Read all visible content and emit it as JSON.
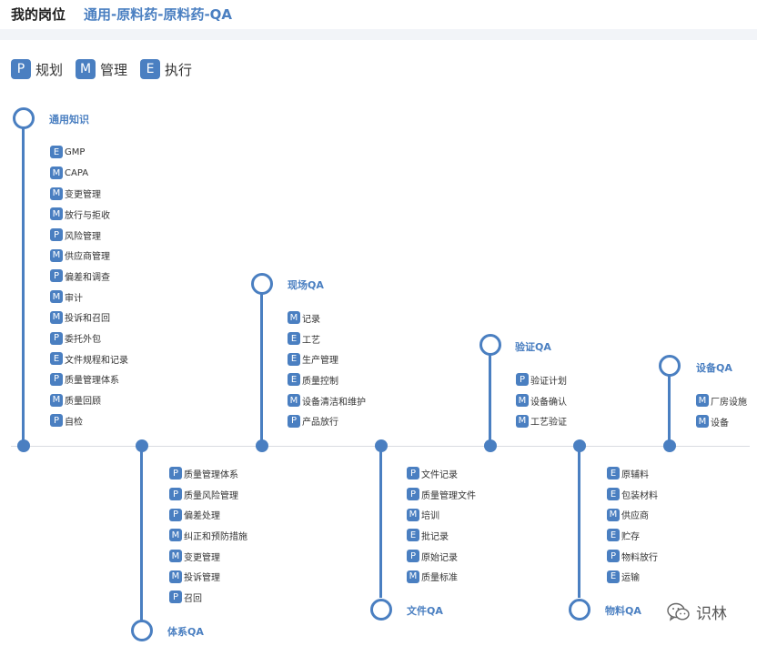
{
  "header": {
    "label": "我的岗位",
    "job": "通用-原料药-原料药-QA"
  },
  "legend": [
    {
      "code": "P",
      "text": "规划"
    },
    {
      "code": "M",
      "text": "管理"
    },
    {
      "code": "E",
      "text": "执行"
    }
  ],
  "categories": [
    {
      "id": "general",
      "title": "通用知识",
      "items": [
        {
          "code": "E",
          "text": "GMP"
        },
        {
          "code": "M",
          "text": "CAPA"
        },
        {
          "code": "M",
          "text": "变更管理"
        },
        {
          "code": "M",
          "text": "放行与拒收"
        },
        {
          "code": "P",
          "text": "风险管理"
        },
        {
          "code": "M",
          "text": "供应商管理"
        },
        {
          "code": "P",
          "text": "偏差和调查"
        },
        {
          "code": "M",
          "text": "审计"
        },
        {
          "code": "M",
          "text": "投诉和召回"
        },
        {
          "code": "P",
          "text": "委托外包"
        },
        {
          "code": "E",
          "text": "文件规程和记录"
        },
        {
          "code": "P",
          "text": "质量管理体系"
        },
        {
          "code": "M",
          "text": "质量回顾"
        },
        {
          "code": "P",
          "text": "自检"
        }
      ]
    },
    {
      "id": "system",
      "title": "体系QA",
      "items": [
        {
          "code": "P",
          "text": "质量管理体系"
        },
        {
          "code": "P",
          "text": "质量风险管理"
        },
        {
          "code": "P",
          "text": "偏差处理"
        },
        {
          "code": "M",
          "text": "纠正和预防措施"
        },
        {
          "code": "M",
          "text": "变更管理"
        },
        {
          "code": "M",
          "text": "投诉管理"
        },
        {
          "code": "P",
          "text": "召回"
        }
      ]
    },
    {
      "id": "site",
      "title": "现场QA",
      "items": [
        {
          "code": "M",
          "text": "记录"
        },
        {
          "code": "E",
          "text": "工艺"
        },
        {
          "code": "E",
          "text": "生产管理"
        },
        {
          "code": "E",
          "text": "质量控制"
        },
        {
          "code": "M",
          "text": "设备清洁和维护"
        },
        {
          "code": "P",
          "text": "产品放行"
        }
      ]
    },
    {
      "id": "document",
      "title": "文件QA",
      "items": [
        {
          "code": "P",
          "text": "文件记录"
        },
        {
          "code": "P",
          "text": "质量管理文件"
        },
        {
          "code": "M",
          "text": "培训"
        },
        {
          "code": "E",
          "text": "批记录"
        },
        {
          "code": "P",
          "text": "原始记录"
        },
        {
          "code": "M",
          "text": "质量标准"
        }
      ]
    },
    {
      "id": "validation",
      "title": "验证QA",
      "items": [
        {
          "code": "P",
          "text": "验证计划"
        },
        {
          "code": "M",
          "text": "设备确认"
        },
        {
          "code": "M",
          "text": "工艺验证"
        }
      ]
    },
    {
      "id": "material",
      "title": "物料QA",
      "items": [
        {
          "code": "E",
          "text": "原辅料"
        },
        {
          "code": "E",
          "text": "包装材料"
        },
        {
          "code": "M",
          "text": "供应商"
        },
        {
          "code": "E",
          "text": "贮存"
        },
        {
          "code": "P",
          "text": "物料放行"
        },
        {
          "code": "E",
          "text": "运输"
        }
      ]
    },
    {
      "id": "equipment",
      "title": "设备QA",
      "items": [
        {
          "code": "M",
          "text": "厂房设施"
        },
        {
          "code": "M",
          "text": "设备"
        }
      ]
    }
  ],
  "watermark": {
    "text": "识林",
    "icon": "wechat-icon"
  },
  "colors": {
    "accent": "#4a7fc1",
    "text": "#333333"
  }
}
